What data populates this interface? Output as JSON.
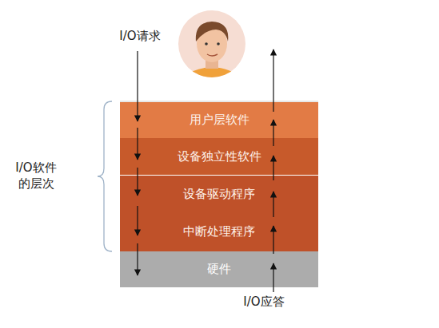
{
  "diagram": {
    "nodes": [
      {
        "text": [
          "用户层软件"
        ]
      },
      {
        "text": [
          "设备独立性软件"
        ]
      },
      {
        "text": [
          "设备驱动程序"
        ]
      },
      {
        "text": [
          "中断处理程序"
        ]
      },
      {
        "text": [
          "硬件"
        ]
      }
    ],
    "labels": [
      "I/O请求",
      "I/O软件 的层次",
      "I/O应答"
    ]
  }
}
